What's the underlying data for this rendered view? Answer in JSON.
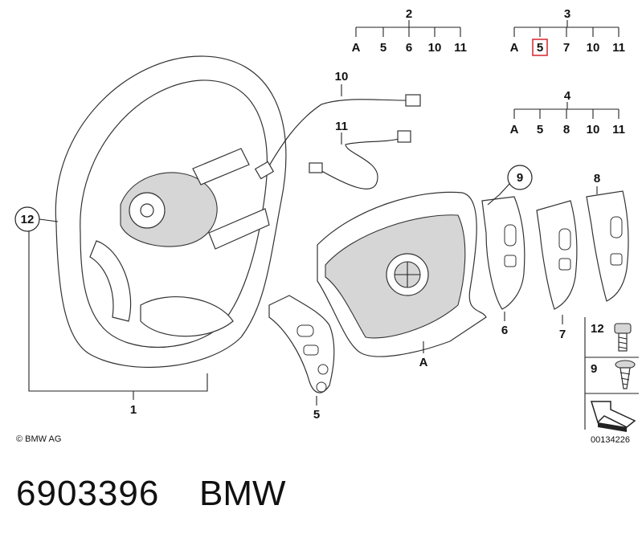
{
  "callouts": {
    "steering_wheel": "12",
    "cable_10": "10",
    "cable_11": "11",
    "airbag": "A",
    "left_switch": "5",
    "right_switch_6": "6",
    "right_switch_7": "7",
    "right_switch_8": "8",
    "screw_callout": "9",
    "base_label": "1"
  },
  "trees": [
    {
      "head": "2",
      "children": [
        "A",
        "5",
        "6",
        "10",
        "11"
      ],
      "highlight": -1
    },
    {
      "head": "3",
      "children": [
        "A",
        "5",
        "7",
        "10",
        "11"
      ],
      "highlight": 1
    },
    {
      "head": "4",
      "children": [
        "A",
        "5",
        "8",
        "10",
        "11"
      ],
      "highlight": -1
    }
  ],
  "legend": {
    "item1": "12",
    "item2": "9"
  },
  "copyright": "© BMW AG",
  "diagram_id": "00134226",
  "footer": {
    "part_number": "6903396",
    "brand": "BMW"
  },
  "colors": {
    "highlight": "#d9232d",
    "ink": "#222222",
    "panel": "#d6d6d6"
  }
}
